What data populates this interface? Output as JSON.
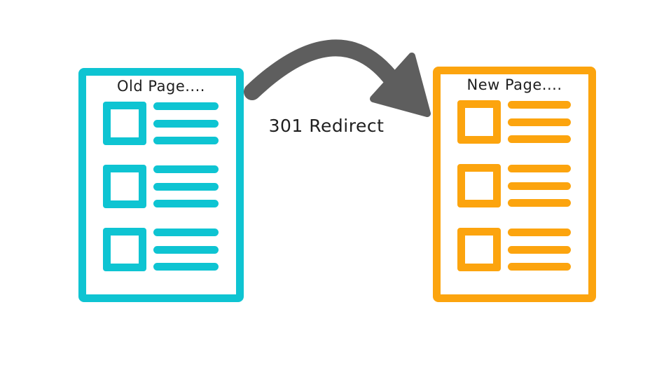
{
  "background_color": "#ffffff",
  "text_color": "#1f1f1f",
  "old_page": {
    "title": "Old Page....",
    "color": "#0ec4d2",
    "rows": 3,
    "lines_per_row": 3
  },
  "new_page": {
    "title": "New Page....",
    "color": "#fca40e",
    "rows": 3,
    "lines_per_row": 3
  },
  "arrow": {
    "label": "301 Redirect",
    "color": "#5e5e5e",
    "direction": "left-to-right"
  }
}
